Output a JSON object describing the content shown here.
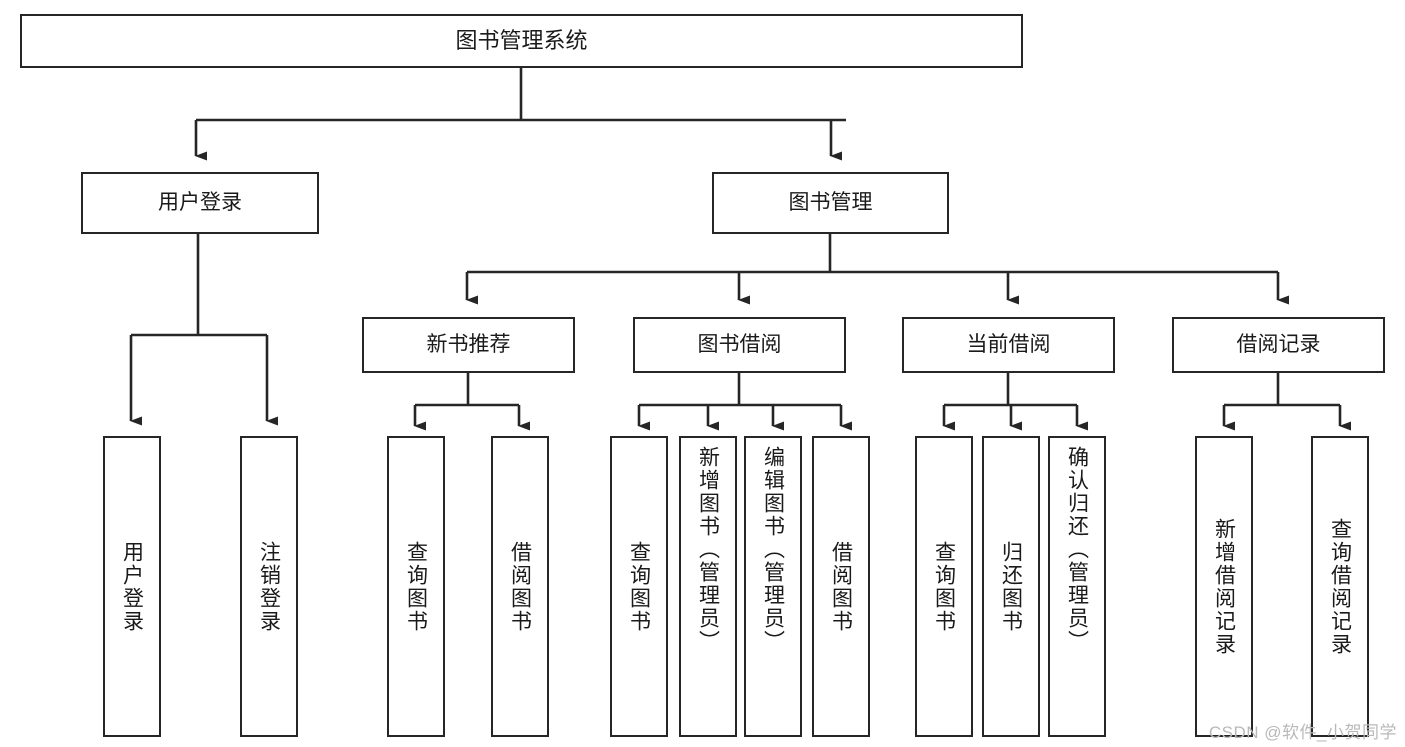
{
  "diagram": {
    "type": "tree-hierarchy",
    "title": "图书管理系统",
    "root": {
      "label": "图书管理系统"
    },
    "level1": [
      {
        "label": "用户登录"
      },
      {
        "label": "图书管理"
      }
    ],
    "level2": [
      {
        "label": "新书推荐"
      },
      {
        "label": "图书借阅"
      },
      {
        "label": "当前借阅"
      },
      {
        "label": "借阅记录"
      }
    ],
    "leaves_user_login": [
      {
        "label": "用户登录"
      },
      {
        "label": "注销登录"
      }
    ],
    "leaves_new_book": [
      {
        "label": "查询图书"
      },
      {
        "label": "借阅图书"
      }
    ],
    "leaves_borrow": [
      {
        "label": "查询图书"
      },
      {
        "label": "新增图书（管理员）"
      },
      {
        "label": "编辑图书（管理员）"
      },
      {
        "label": "借阅图书"
      }
    ],
    "leaves_current": [
      {
        "label": "查询图书"
      },
      {
        "label": "归还图书"
      },
      {
        "label": "确认归还（管理员）"
      }
    ],
    "leaves_records": [
      {
        "label": "新增借阅记录"
      },
      {
        "label": "查询借阅记录"
      }
    ]
  },
  "watermark": {
    "text": "CSDN @软件_小贺同学"
  },
  "colors": {
    "stroke": "#262626",
    "text": "#1a1a1a",
    "background": "#ffffff",
    "watermark": "#b9b9b9"
  }
}
